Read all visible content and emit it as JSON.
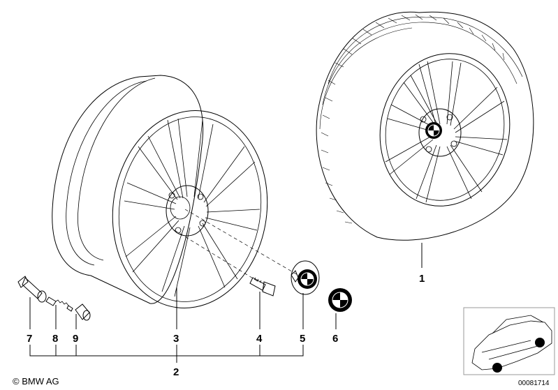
{
  "callouts": {
    "c1": "1",
    "c2": "2",
    "c3": "3",
    "c4": "4",
    "c5": "5",
    "c6": "6",
    "c7": "7",
    "c8": "8",
    "c9": "9"
  },
  "footer": {
    "copyright": "© BMW AG",
    "drawing_number": "00081714"
  },
  "icons": {
    "logo": "bmw-roundel-icon",
    "car": "car-silhouette-icon"
  },
  "colors": {
    "line": "#000000",
    "background": "#ffffff",
    "inset_border": "#999999"
  }
}
